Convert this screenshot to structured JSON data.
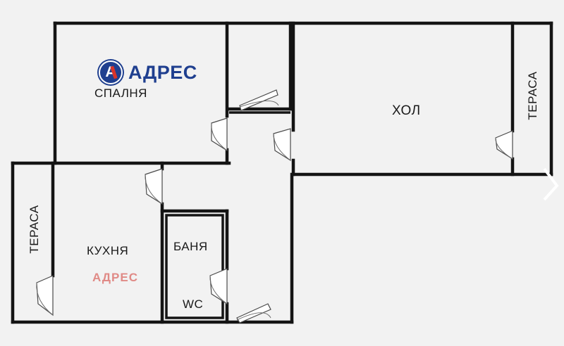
{
  "rooms": {
    "bedroom": "СПАЛНЯ",
    "living": "ХОЛ",
    "terrace_right": "ТЕРАСА",
    "terrace_left": "ТЕРАСА",
    "kitchen": "КУХНЯ",
    "bathroom": "БАНЯ",
    "wc": "WC"
  },
  "watermark": {
    "logo_letter": "A",
    "logo_text": "АДРЕС",
    "small_text": "АДРЕС"
  },
  "colors": {
    "wall": "#141414",
    "background": "#f2f2f2",
    "brand_blue": "#1f3f8f",
    "brand_red": "#d8332a",
    "watermark_pink": "#e08a86"
  }
}
